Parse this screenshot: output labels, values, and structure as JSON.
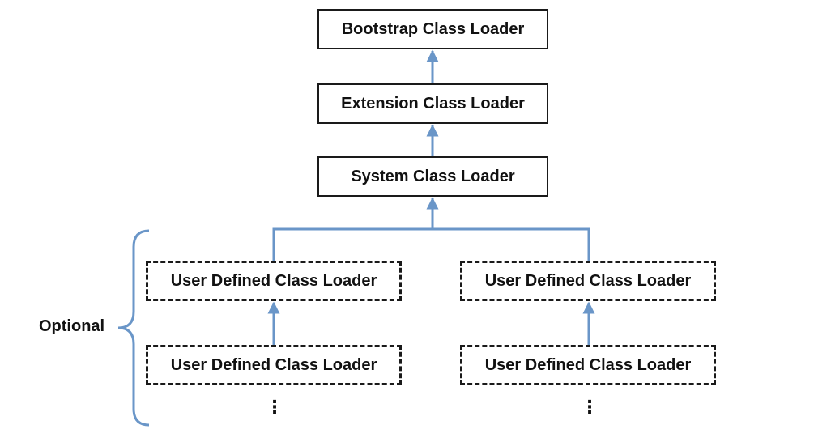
{
  "diagram": {
    "nodes": {
      "bootstrap": "Bootstrap Class Loader",
      "extension": "Extension Class Loader",
      "system": "System Class Loader",
      "user_defined_left_top": "User Defined Class Loader",
      "user_defined_left_bottom": "User Defined Class Loader",
      "user_defined_right_top": "User Defined Class Loader",
      "user_defined_right_bottom": "User Defined Class Loader"
    },
    "ellipsis_left": "⋮",
    "ellipsis_right": "⋮",
    "optional_label": "Optional",
    "colors": {
      "connector": "#6a96c8",
      "border": "#1a1a1a",
      "text": "#111111"
    },
    "edges": [
      {
        "from": "extension",
        "to": "bootstrap"
      },
      {
        "from": "system",
        "to": "extension"
      },
      {
        "from": "user_defined_left_top",
        "to": "system"
      },
      {
        "from": "user_defined_right_top",
        "to": "system"
      },
      {
        "from": "user_defined_left_bottom",
        "to": "user_defined_left_top"
      },
      {
        "from": "user_defined_right_bottom",
        "to": "user_defined_right_top"
      }
    ]
  }
}
